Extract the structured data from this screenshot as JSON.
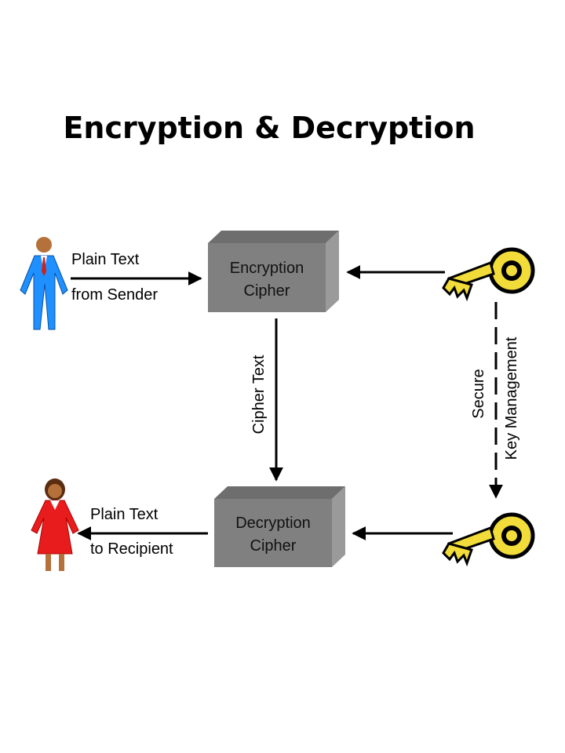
{
  "title": "Encryption & Decryption",
  "sender": {
    "line1": "Plain Text",
    "line2": "from Sender"
  },
  "recipient": {
    "line1": "Plain Text",
    "line2": "to Recipient"
  },
  "encryption_box": {
    "line1": "Encryption",
    "line2": "Cipher"
  },
  "decryption_box": {
    "line1": "Decryption",
    "line2": "Cipher"
  },
  "cipher_text_label": "Cipher Text",
  "key_management": {
    "line1": "Secure",
    "line2": "Key Management"
  },
  "icons": {
    "sender": "man-icon",
    "recipient": "woman-icon",
    "key": "key-icon"
  },
  "colors": {
    "box": "#808080",
    "box_top": "#6e6e6e",
    "box_side": "#9a9a9a",
    "man_suit": "#1e90ff",
    "woman_dress": "#e81c1c",
    "key": "#f2dc3a"
  }
}
